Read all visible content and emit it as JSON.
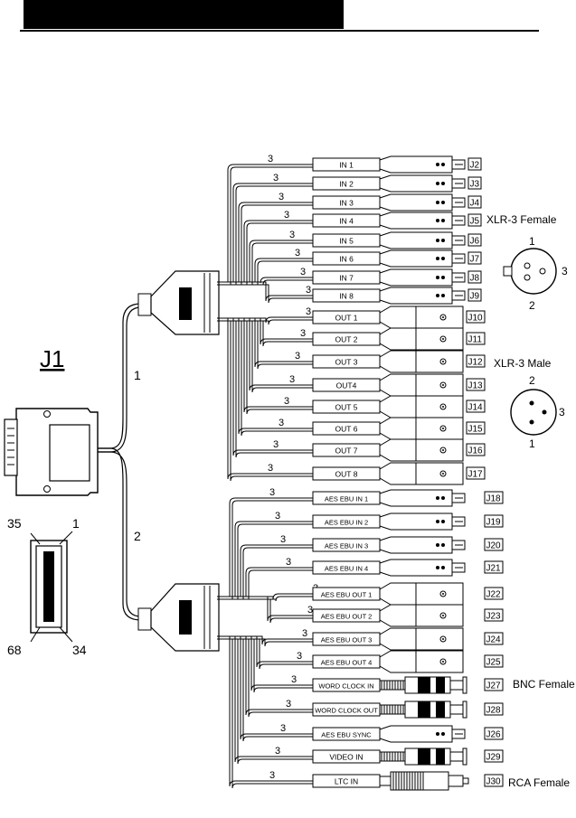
{
  "header": {
    "title_bar": ""
  },
  "main_connector": {
    "label": "J1",
    "pin_labels": [
      "35",
      "1",
      "68",
      "34"
    ]
  },
  "harness_labels": {
    "branch1": "1",
    "branch2": "2",
    "wire_count": "3"
  },
  "analog_channels": [
    {
      "name": "IN 1",
      "jack": "J2"
    },
    {
      "name": "IN 2",
      "jack": "J3"
    },
    {
      "name": "IN 3",
      "jack": "J4"
    },
    {
      "name": "IN 4",
      "jack": "J5"
    },
    {
      "name": "IN 5",
      "jack": "J6"
    },
    {
      "name": "IN 6",
      "jack": "J7"
    },
    {
      "name": "IN 7",
      "jack": "J8"
    },
    {
      "name": "IN 8",
      "jack": "J9"
    },
    {
      "name": "OUT 1",
      "jack": "J10"
    },
    {
      "name": "OUT 2",
      "jack": "J11"
    },
    {
      "name": "OUT 3",
      "jack": "J12"
    },
    {
      "name": "OUT4",
      "jack": "J13"
    },
    {
      "name": "OUT 5",
      "jack": "J14"
    },
    {
      "name": "OUT 6",
      "jack": "J15"
    },
    {
      "name": "OUT 7",
      "jack": "J16"
    },
    {
      "name": "OUT 8",
      "jack": "J17"
    }
  ],
  "digital_channels": [
    {
      "name": "AES EBU IN 1",
      "jack": "J18",
      "type": "xlr-female"
    },
    {
      "name": "AES EBU IN 2",
      "jack": "J19",
      "type": "xlr-female"
    },
    {
      "name": "AES EBU IN 3",
      "jack": "J20",
      "type": "xlr-female"
    },
    {
      "name": "AES EBU IN 4",
      "jack": "J21",
      "type": "xlr-female"
    },
    {
      "name": "AES EBU OUT 1",
      "jack": "J22",
      "type": "xlr-male"
    },
    {
      "name": "AES EBU OUT 2",
      "jack": "J23",
      "type": "xlr-male"
    },
    {
      "name": "AES EBU OUT 3",
      "jack": "J24",
      "type": "xlr-male"
    },
    {
      "name": "AES EBU OUT 4",
      "jack": "J25",
      "type": "xlr-male"
    },
    {
      "name": "WORD CLOCK IN",
      "jack": "J27",
      "type": "bnc"
    },
    {
      "name": "WORD CLOCK OUT",
      "jack": "J28",
      "type": "bnc"
    },
    {
      "name": "AES EBU SYNC",
      "jack": "J26",
      "type": "xlr-female"
    },
    {
      "name": "VIDEO IN",
      "jack": "J29",
      "type": "bnc"
    },
    {
      "name": "LTC IN",
      "jack": "J30",
      "type": "rca"
    }
  ],
  "legend": {
    "xlr_female": "XLR-3 Female",
    "xlr_male": "XLR-3 Male",
    "bnc_female": "BNC Female",
    "rca_female": "RCA Female",
    "pin1": "1",
    "pin2": "2",
    "pin3": "3"
  },
  "colors": {
    "ink": "#000000",
    "paper": "#ffffff"
  }
}
